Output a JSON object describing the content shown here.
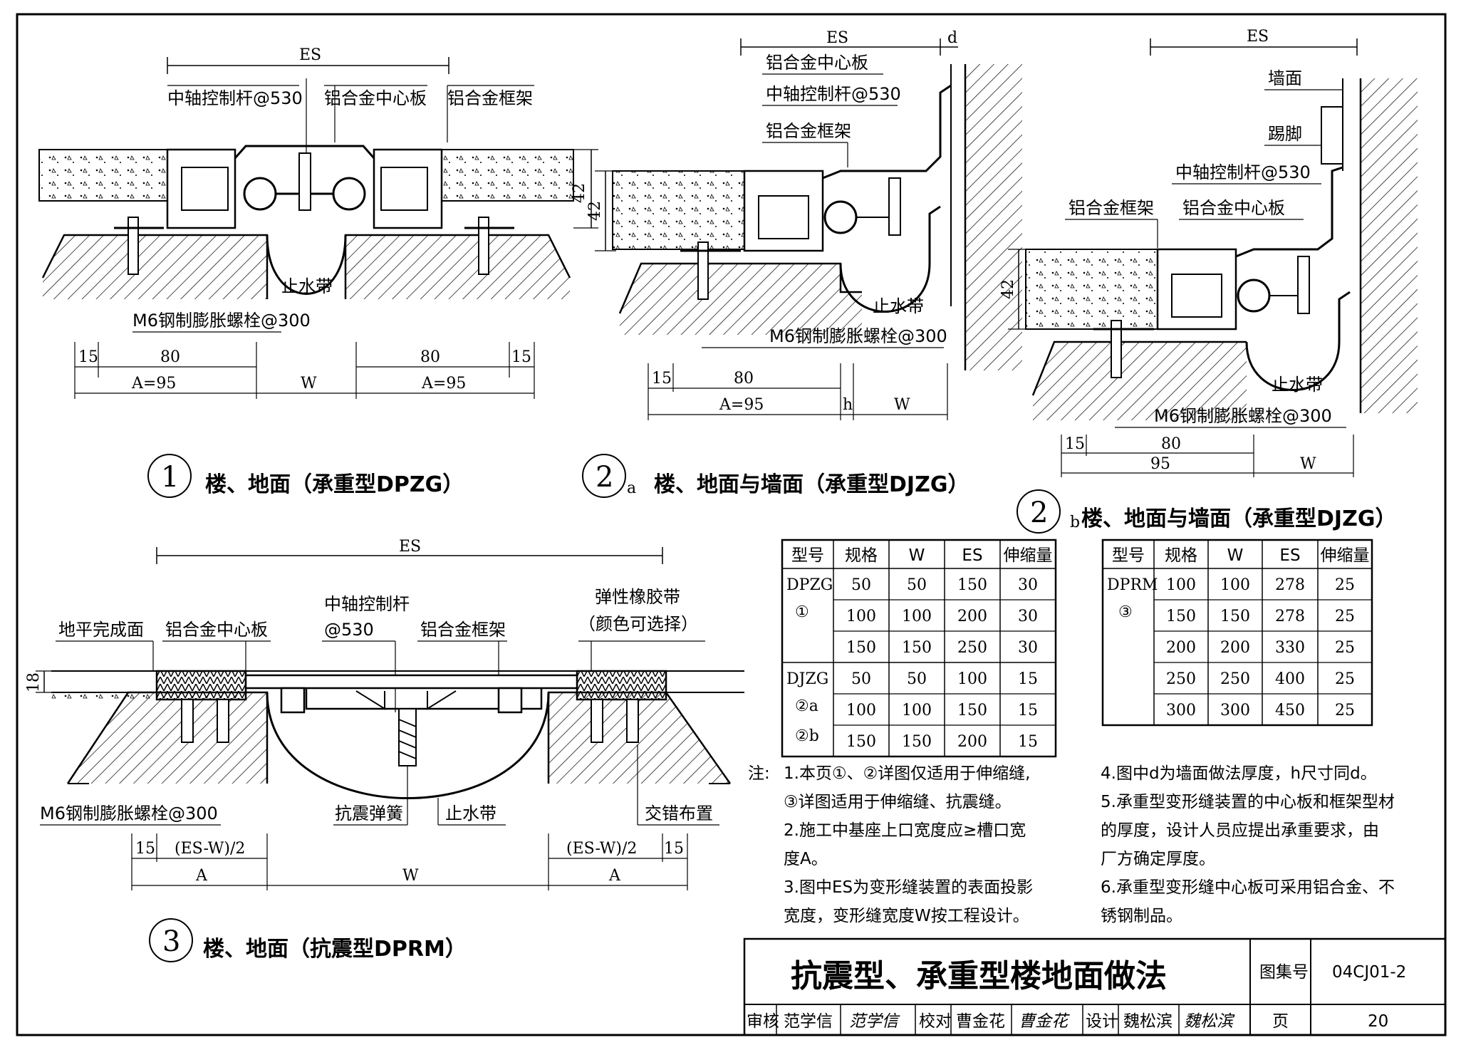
{
  "details": {
    "d1": {
      "title_num": "1",
      "title": "楼、地面（承重型DPZG）",
      "es": "ES",
      "label_rod": "中轴控制杆@530",
      "label_center_plate": "铝合金中心板",
      "label_frame": "铝合金框架",
      "label_water_stop": "止水带",
      "label_bolt": "M6钢制膨胀螺栓@300",
      "dim_42": "42",
      "dim_15a": "15",
      "dim_80a": "80",
      "dim_80b": "80",
      "dim_15b": "15",
      "dim_A1": "A=95",
      "dim_W": "W",
      "dim_A2": "A=95"
    },
    "d2a": {
      "title_num": "2",
      "title_sub": "a",
      "title": "楼、地面与墙面（承重型DJZG）",
      "es": "ES",
      "d": "d",
      "label_center_plate": "铝合金中心板",
      "label_rod": "中轴控制杆@530",
      "label_frame": "铝合金框架",
      "label_water_stop": "止水带",
      "label_bolt": "M6钢制膨胀螺栓@300",
      "dim_42": "42",
      "dim_15": "15",
      "dim_80": "80",
      "dim_A": "A=95",
      "dim_h": "h",
      "dim_W": "W"
    },
    "d2b": {
      "title_num": "2",
      "title_sub": "b",
      "title": "楼、地面与墙面（承重型DJZG）",
      "es": "ES",
      "label_wall": "墙面",
      "label_skirting": "踢脚",
      "label_rod": "中轴控制杆@530",
      "label_frame": "铝合金框架",
      "label_center_plate": "铝合金中心板",
      "label_water_stop": "止水带",
      "label_bolt": "M6钢制膨胀螺栓@300",
      "dim_42": "42",
      "dim_15": "15",
      "dim_80": "80",
      "dim_95": "95",
      "dim_W": "W"
    },
    "d3": {
      "title_num": "3",
      "title": "楼、地面（抗震型DPRM）",
      "es": "ES",
      "label_finish": "地平完成面",
      "label_center_plate": "铝合金中心板",
      "label_rod_1": "中轴控制杆",
      "label_rod_2": "@530",
      "label_frame": "铝合金框架",
      "label_rubber_1": "弹性橡胶带",
      "label_rubber_2": "（颜色可选择）",
      "label_bolt": "M6钢制膨胀螺栓@300",
      "label_spring": "抗震弹簧",
      "label_water_stop": "止水带",
      "label_staggered": "交错布置",
      "dim_18": "18",
      "dim_15a": "15",
      "dim_esw_a": "(ES-W)/2",
      "dim_esw_b": "(ES-W)/2",
      "dim_15b": "15",
      "dim_A1": "A",
      "dim_W": "W",
      "dim_A2": "A"
    }
  },
  "table1": {
    "headers": [
      "型号",
      "规格",
      "W",
      "ES",
      "伸缩量"
    ],
    "groups": [
      {
        "model": "DPZG",
        "marks": [
          "①"
        ],
        "rows": [
          [
            "50",
            "50",
            "150",
            "30"
          ],
          [
            "100",
            "100",
            "200",
            "30"
          ],
          [
            "150",
            "150",
            "250",
            "30"
          ]
        ]
      },
      {
        "model": "DJZG",
        "marks": [
          "②a",
          "②b"
        ],
        "rows": [
          [
            "50",
            "50",
            "100",
            "15"
          ],
          [
            "100",
            "100",
            "150",
            "15"
          ],
          [
            "150",
            "150",
            "200",
            "15"
          ]
        ]
      }
    ]
  },
  "table2": {
    "headers": [
      "型号",
      "规格",
      "W",
      "ES",
      "伸缩量"
    ],
    "model": "DPRM",
    "mark": "③",
    "rows": [
      [
        "100",
        "100",
        "278",
        "25"
      ],
      [
        "150",
        "150",
        "278",
        "25"
      ],
      [
        "200",
        "200",
        "330",
        "25"
      ],
      [
        "250",
        "250",
        "400",
        "25"
      ],
      [
        "300",
        "300",
        "450",
        "25"
      ]
    ]
  },
  "notes": {
    "prefix": "注:",
    "left": [
      "1.本页①、②详图仅适用于伸缩缝,",
      "  ③详图适用于伸缩缝、抗震缝。",
      "2.施工中基座上口宽度应≥槽口宽",
      "  度A。",
      "3.图中ES为变形缝装置的表面投影",
      "  宽度，变形缝宽度W按工程设计。"
    ],
    "right": [
      "4.图中d为墙面做法厚度，h尺寸同d。",
      "5.承重型变形缝装置的中心板和框架型材",
      "  的厚度，设计人员应提出承重要求，由",
      "  厂方确定厚度。",
      "6.承重型变形缝中心板可采用铝合金、不",
      "  锈钢制品。"
    ]
  },
  "title_block": {
    "title": "抗震型、承重型楼地面做法",
    "atlas_label": "图集号",
    "atlas_no": "04CJ01-2",
    "review_label": "审核",
    "review_name": "范学信",
    "review_sign": "范学信",
    "check_label": "校对",
    "check_name": "曹金花",
    "check_sign": "曹金花",
    "design_label": "设计",
    "design_name": "魏松滨",
    "design_sign": "魏松滨",
    "page_label": "页",
    "page_no": "20"
  }
}
